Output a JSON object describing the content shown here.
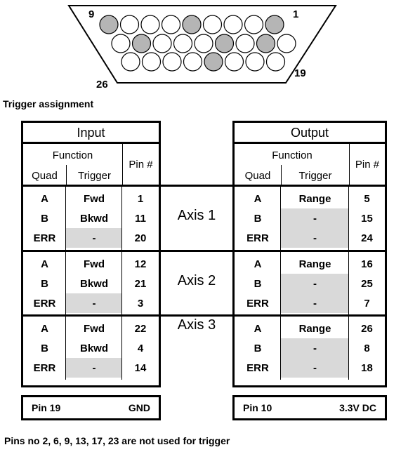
{
  "connector": {
    "pin_labels": {
      "top_left": "9",
      "top_right": "1",
      "bottom_left": "26",
      "bottom_right": "19"
    },
    "highlight_color": "#b5b5b5",
    "rows": [
      {
        "count": 9,
        "highlighted": [
          0,
          4,
          8
        ]
      },
      {
        "count": 9,
        "highlighted": [
          1,
          5,
          7
        ]
      },
      {
        "count": 8,
        "highlighted": [
          4
        ]
      }
    ]
  },
  "caption": "Trigger assignment",
  "input": {
    "title": "Input",
    "function_label": "Function",
    "pin_label": "Pin #",
    "col1": "Quad",
    "col2": "Trigger",
    "groups": [
      {
        "rows": [
          {
            "quad": "A",
            "trigger": "Fwd",
            "pin": "1"
          },
          {
            "quad": "B",
            "trigger": "Bkwd",
            "pin": "11"
          },
          {
            "quad": "ERR",
            "trigger": "-",
            "pin": "20"
          }
        ]
      },
      {
        "rows": [
          {
            "quad": "A",
            "trigger": "Fwd",
            "pin": "12"
          },
          {
            "quad": "B",
            "trigger": "Bkwd",
            "pin": "21"
          },
          {
            "quad": "ERR",
            "trigger": "-",
            "pin": "3"
          }
        ]
      },
      {
        "rows": [
          {
            "quad": "A",
            "trigger": "Fwd",
            "pin": "22"
          },
          {
            "quad": "B",
            "trigger": "Bkwd",
            "pin": "4"
          },
          {
            "quad": "ERR",
            "trigger": "-",
            "pin": "14"
          }
        ]
      }
    ]
  },
  "output": {
    "title": "Output",
    "function_label": "Function",
    "pin_label": "Pin #",
    "col1": "Quad",
    "col2": "Trigger",
    "groups": [
      {
        "rows": [
          {
            "quad": "A",
            "trigger": "Range",
            "pin": "5"
          },
          {
            "quad": "B",
            "trigger": "-",
            "pin": "15"
          },
          {
            "quad": "ERR",
            "trigger": "-",
            "pin": "24"
          }
        ]
      },
      {
        "rows": [
          {
            "quad": "A",
            "trigger": "Range",
            "pin": "16"
          },
          {
            "quad": "B",
            "trigger": "-",
            "pin": "25"
          },
          {
            "quad": "ERR",
            "trigger": "-",
            "pin": "7"
          }
        ]
      },
      {
        "rows": [
          {
            "quad": "A",
            "trigger": "Range",
            "pin": "26"
          },
          {
            "quad": "B",
            "trigger": "-",
            "pin": "8"
          },
          {
            "quad": "ERR",
            "trigger": "-",
            "pin": "18"
          }
        ]
      }
    ]
  },
  "axes": [
    "Axis 1",
    "Axis 2",
    "Axis 3"
  ],
  "footer": {
    "left": {
      "pin": "Pin 19",
      "value": "GND"
    },
    "right": {
      "pin": "Pin 10",
      "value": "3.3V DC"
    }
  },
  "note": "Pins no 2, 6, 9, 13, 17, 23 are not used for trigger"
}
